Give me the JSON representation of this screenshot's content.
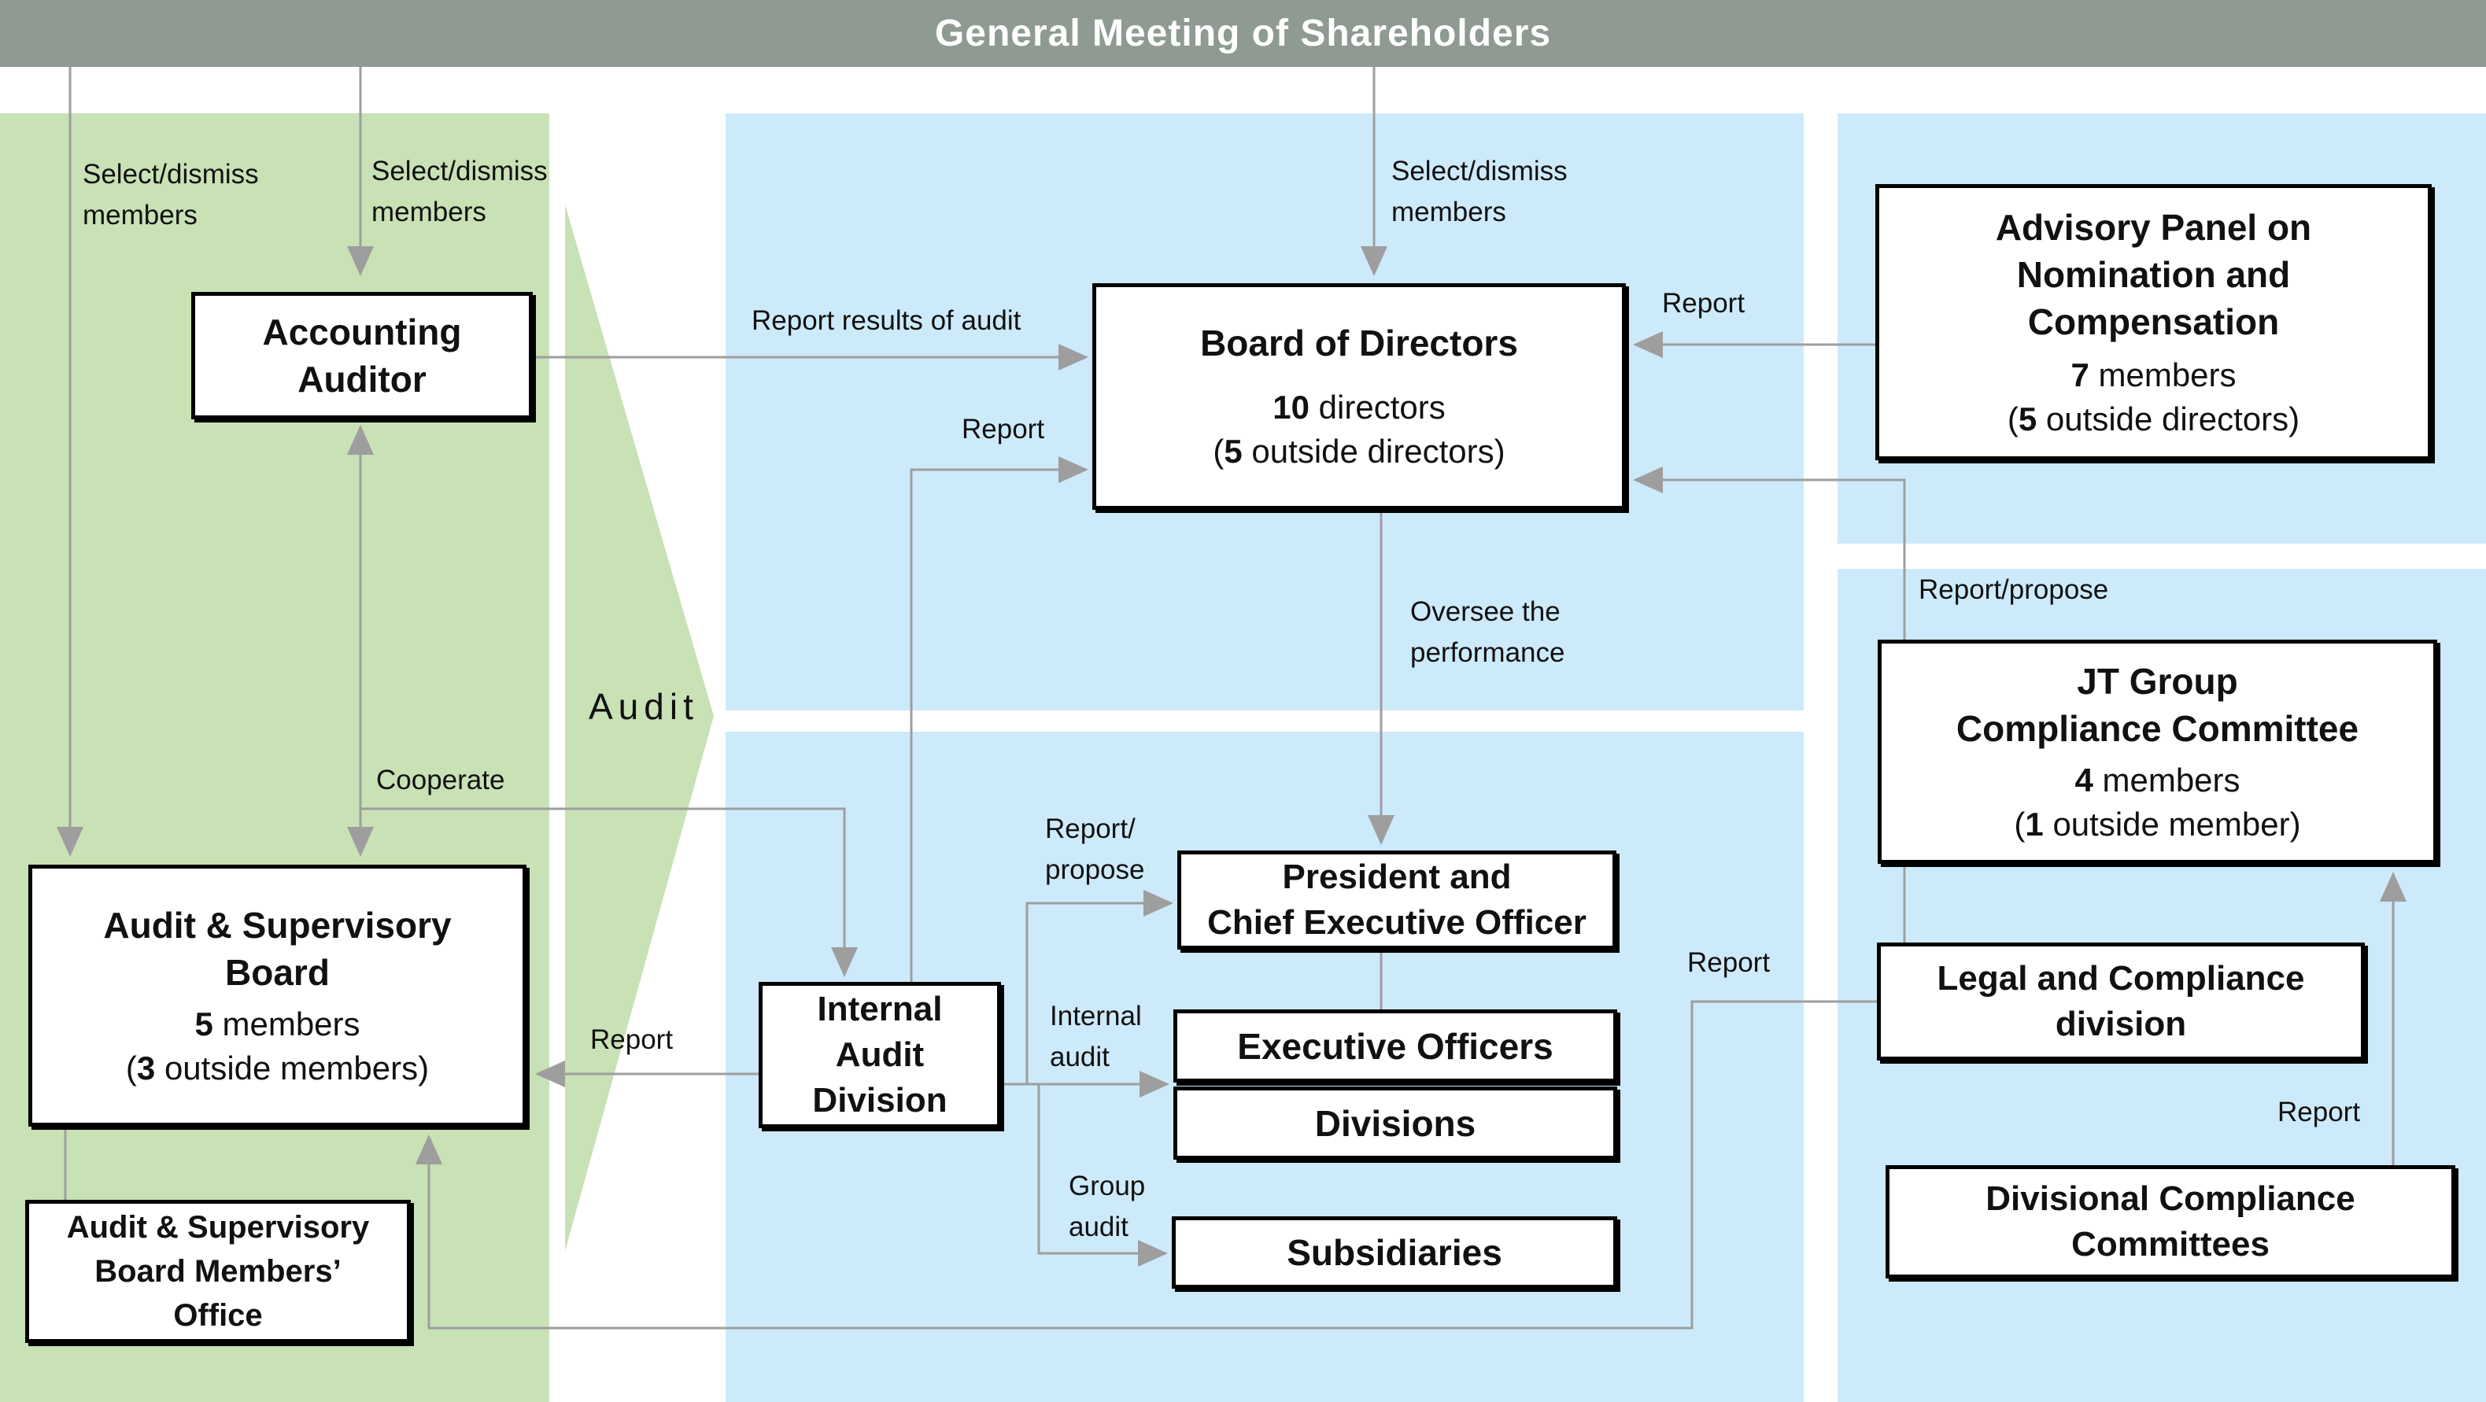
{
  "header": {
    "title": "General Meeting of Shareholders"
  },
  "boxes": {
    "accounting_auditor": {
      "title": "Accounting\nAuditor"
    },
    "board": {
      "title": "Board of Directors",
      "line1": {
        "pre": "",
        "bold": "10",
        "post": " directors"
      },
      "line2": {
        "pre": "(",
        "bold": "5",
        "post": " outside directors)"
      }
    },
    "advisory": {
      "title": "Advisory Panel on\nNomination and\nCompensation",
      "line1": {
        "pre": "",
        "bold": "7",
        "post": " members"
      },
      "line2": {
        "pre": "(",
        "bold": "5",
        "post": " outside directors)"
      }
    },
    "president": {
      "title": "President and\nChief Executive Officer"
    },
    "executive_officers": {
      "title": "Executive Officers"
    },
    "divisions": {
      "title": "Divisions"
    },
    "subsidiaries": {
      "title": "Subsidiaries"
    },
    "internal_audit_division": {
      "title": "Internal\nAudit\nDivision"
    },
    "audit_supervisory_board": {
      "title": "Audit & Supervisory\nBoard",
      "line1": {
        "pre": "",
        "bold": "5",
        "post": " members"
      },
      "line2": {
        "pre": "(",
        "bold": "3",
        "post": " outside members)"
      }
    },
    "asb_members_office": {
      "title": "Audit & Supervisory\nBoard Members’\nOffice"
    },
    "jt_compliance_committee": {
      "title": "JT Group\nCompliance Committee",
      "line1": {
        "pre": "",
        "bold": "4",
        "post": " members"
      },
      "line2": {
        "pre": "(",
        "bold": "1",
        "post": " outside member)"
      }
    },
    "legal_compliance_division": {
      "title": "Legal and Compliance\ndivision"
    },
    "divisional_compliance_committees": {
      "title": "Divisional Compliance\nCommittees"
    }
  },
  "labels": {
    "select_dismiss_asb": "Select/dismiss\nmembers",
    "select_dismiss_auditor": "Select/dismiss\nmembers",
    "select_dismiss_board": "Select/dismiss\nmembers",
    "report_results_of_audit": "Report results of audit",
    "report_iad_to_board": "Report",
    "report_advisory_to_board": "Report",
    "oversee_the_performance": "Oversee the\nperformance",
    "audit": "Audit",
    "cooperate": "Cooperate",
    "report_propose_to_president": "Report/\npropose",
    "internal_audit": "Internal\naudit",
    "group_audit": "Group\naudit",
    "report_iad_to_asb": "Report",
    "report_propose_jt_to_board": "Report/propose",
    "report_legal_to_asb": "Report",
    "report_divisional_to_jt": "Report"
  },
  "colors": {
    "header": "#8E9A92",
    "green": "#C8E1B5",
    "blue": "#CDEAFB",
    "line": "#9E9E9E",
    "text": "#111111"
  }
}
